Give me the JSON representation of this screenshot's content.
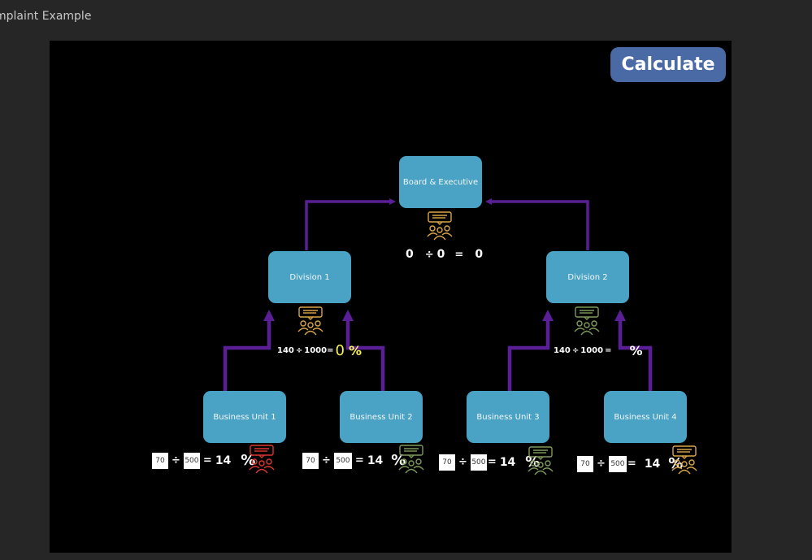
{
  "page": {
    "title": "mplaint Example"
  },
  "toolbar": {
    "calculate_label": "Calculate"
  },
  "colors": {
    "node_fill": "#4aa3c4",
    "arrow": "#5a1e96",
    "button": "#4a6aa6",
    "icon_board": "#d9a54a",
    "icon_div1": "#d9a54a",
    "icon_div2": "#7e9a5a",
    "icon_bu1": "#d8382e",
    "icon_bu2": "#7e9a5a",
    "icon_bu3": "#7e9a5a",
    "icon_bu4": "#d9a54a",
    "highlight_text": "#f5f05a"
  },
  "nodes": {
    "board": {
      "label": "Board & Executive",
      "icon": "meeting-icon",
      "calc": {
        "numerator": "0",
        "divide": "÷",
        "denominator": "0",
        "equals": "=",
        "result": "0"
      }
    },
    "division1": {
      "label": "Division 1",
      "icon": "meeting-icon",
      "calc": {
        "numerator": "140",
        "divide": "÷",
        "denominator": "1000",
        "equals": "=",
        "result": "0",
        "percent": "%"
      }
    },
    "division2": {
      "label": "Division 2",
      "icon": "meeting-icon",
      "calc": {
        "numerator": "140",
        "divide": "÷",
        "denominator": "1000",
        "equals": "=",
        "result": "",
        "percent": "%"
      }
    },
    "bu1": {
      "label": "Business Unit 1",
      "icon": "meeting-icon",
      "calc": {
        "numerator": "70",
        "divide": "÷",
        "denominator": "500",
        "equals": "=",
        "result": "14",
        "percent": "%"
      }
    },
    "bu2": {
      "label": "Business Unit 2",
      "icon": "meeting-icon",
      "calc": {
        "numerator": "70",
        "divide": "÷",
        "denominator": "500",
        "equals": "=",
        "result": "14",
        "percent": "%"
      }
    },
    "bu3": {
      "label": "Business Unit 3",
      "icon": "meeting-icon",
      "calc": {
        "numerator": "70",
        "divide": "÷",
        "denominator": "500",
        "equals": "=",
        "result": "14",
        "percent": "%"
      }
    },
    "bu4": {
      "label": "Business Unit 4",
      "icon": "meeting-icon",
      "calc": {
        "numerator": "70",
        "divide": "÷",
        "denominator": "500",
        "equals": "=",
        "result": "14",
        "percent": "%"
      }
    }
  }
}
